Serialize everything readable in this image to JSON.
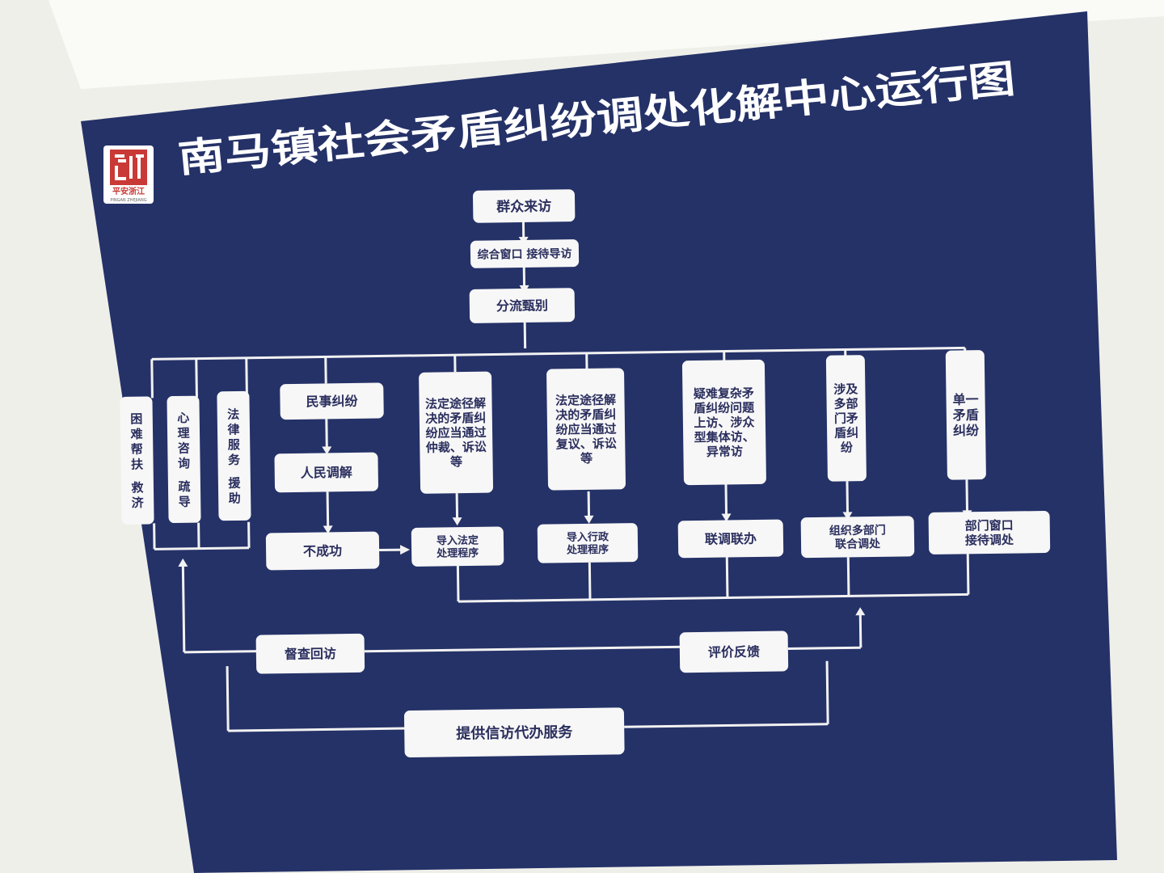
{
  "title": "南马镇社会矛盾纠纷调处化解中心运行图",
  "logo": {
    "cn": "平安浙江",
    "en": "PINGAN ZHEJIANG"
  },
  "colors": {
    "board": "#253268",
    "box": "#f7f7f7",
    "line": "#f2f2f2",
    "text": "#2b2f5e"
  },
  "nodes": {
    "visit": "群众来访",
    "reception": "综合窗口 接待导访",
    "triage": "分流甄别",
    "hardship": "困难帮扶 救济",
    "psych": "心理咨询 疏导",
    "legal_aid": "法律服务 援助",
    "civil_dispute": "民事纠纷",
    "mediation": "人民调解",
    "failed": "不成功",
    "legal_route_arbitration": "法定途径解决的矛盾纠纷应当通过仲裁、诉讼等",
    "legal_procedure": "导入法定处理程序",
    "legal_route_review": "法定途径解决的矛盾纠纷应当通过复议、诉讼等",
    "admin_procedure": "导入行政处理程序",
    "complex": "疑难复杂矛盾纠纷问题上访、涉众型集体访、异常访",
    "joint_office": "联调联办",
    "multi_dept": "涉及多部门矛盾纠纷",
    "multi_dept_mediation": "组织多部门联合调处",
    "single": "单一矛盾纠纷",
    "dept_window": "部门窗口接待调处",
    "followup": "督查回访",
    "feedback": "评价反馈",
    "petition_service": "提供信访代办服务"
  }
}
